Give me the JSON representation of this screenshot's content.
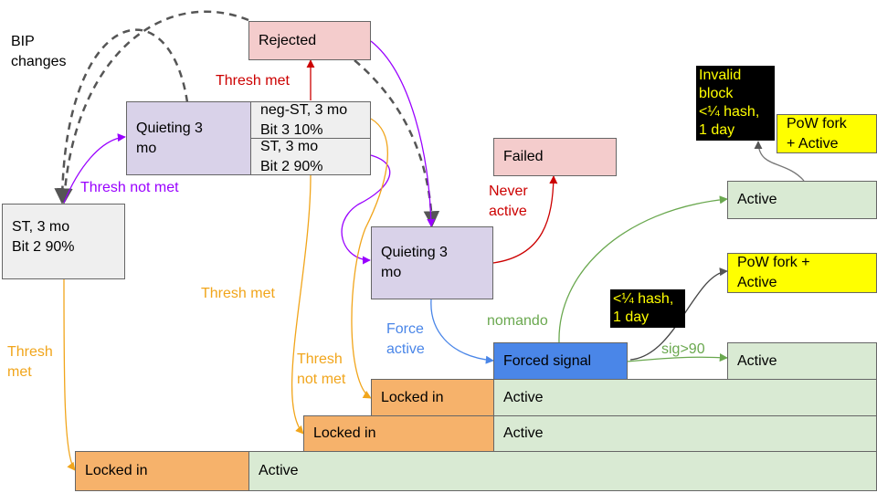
{
  "colors": {
    "gray": "#efefef",
    "lavender": "#d9d2e9",
    "pink": "#f4cccc",
    "green": "#d9ead3",
    "yellow": "#ffff00",
    "orange": "#f6b26b",
    "blue": "#4a86e8",
    "red": "#cc0000",
    "purple": "#9900ff",
    "amber": "#f1a51b",
    "leaf": "#6aa84f",
    "dash": "#555555"
  },
  "labels": {
    "bip_changes": "BIP\nchanges",
    "thresh_met_red": "Thresh met",
    "thresh_not_met_purple": "Thresh not met",
    "never_active": "Never\nactive",
    "thresh_met_orange": "Thresh met",
    "thresh_met_left": "Thresh\nmet",
    "thresh_not_met_orange": "Thresh\nnot met",
    "force_active": "Force\nactive",
    "nomando": "nomando",
    "sig_gt_90": "sig>90"
  },
  "callouts": {
    "invalid_block": "Invalid\nblock\n<¼ hash,\n1 day",
    "quarter_hash": "<¼ hash,\n1 day"
  },
  "boxes": {
    "st_left": "ST, 3 mo\nBit 2 90%",
    "quieting_top": "Quieting 3\nmo",
    "neg_st": "neg-ST, 3 mo\nBit 3 10%",
    "st_top": "ST, 3 mo\nBit 2 90%",
    "rejected": "Rejected",
    "failed": "Failed",
    "quieting_mid": "Quieting 3\nmo",
    "forced_signal": "Forced signal",
    "active_top": "Active",
    "pow_fork_active_top": "PoW fork\n+ Active",
    "pow_fork_active_mid": "PoW fork +\nActive",
    "active_sig": "Active",
    "locked_in_1": "Locked in",
    "active_row1": "Active",
    "locked_in_2": "Locked in",
    "active_row2": "Active",
    "locked_in_3": "Locked in",
    "active_row3": "Active"
  }
}
